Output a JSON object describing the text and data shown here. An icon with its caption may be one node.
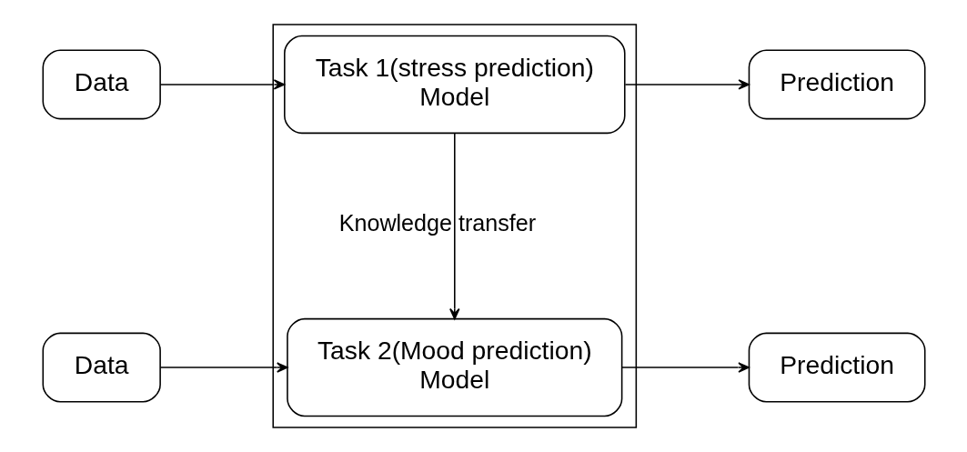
{
  "diagram": {
    "nodes": [
      {
        "text": [
          "Data"
        ]
      },
      {
        "text": [],
        "shape": "box"
      },
      {
        "text": [
          "Task 1(stress prediction)",
          "Model"
        ],
        "in": 1
      },
      {
        "text": [
          "Prediction"
        ]
      },
      {
        "text": [
          "Data"
        ]
      },
      {
        "text": [
          "Task 2(Mood prediction)",
          "Model"
        ],
        "in": 1
      },
      {
        "text": [
          "Prediction"
        ]
      }
    ],
    "edges": [
      {
        "from": 0,
        "to": 2,
        "arrow": "to"
      },
      {
        "from": 2,
        "to": 3,
        "arrow": "to"
      },
      {
        "from": 2,
        "to": 5,
        "arrow": "to",
        "label": "Knowledge transfer"
      },
      {
        "from": 4,
        "to": 5,
        "arrow": "to"
      },
      {
        "from": 5,
        "to": 6,
        "arrow": "to"
      }
    ]
  }
}
